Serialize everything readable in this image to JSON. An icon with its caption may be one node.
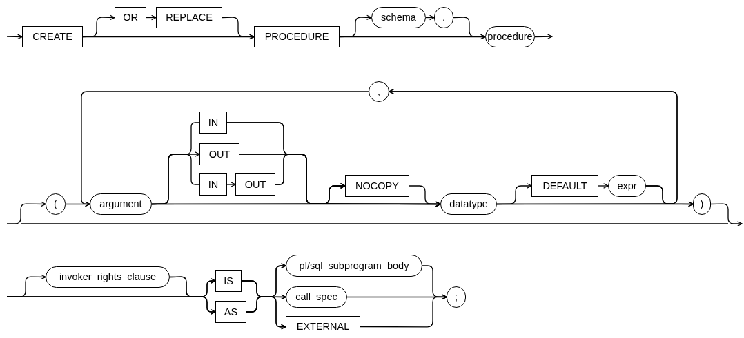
{
  "diagram": {
    "nodes": [
      {
        "text": [
          "CREATE"
        ]
      },
      {
        "text": [
          "OR"
        ]
      },
      {
        "text": [
          "REPLACE"
        ]
      },
      {
        "text": [
          "PROCEDURE"
        ]
      },
      {
        "text": [
          "schema"
        ]
      },
      {
        "text": [
          "."
        ]
      },
      {
        "text": [
          "procedure"
        ]
      },
      {
        "text": [
          ","
        ]
      },
      {
        "text": [
          "("
        ]
      },
      {
        "text": [
          "argument"
        ]
      },
      {
        "text": [
          "IN"
        ]
      },
      {
        "text": [
          "OUT"
        ]
      },
      {
        "text": [
          "IN"
        ]
      },
      {
        "text": [
          "OUT"
        ]
      },
      {
        "text": [
          "NOCOPY"
        ]
      },
      {
        "text": [
          "datatype"
        ]
      },
      {
        "text": [
          "DEFAULT"
        ]
      },
      {
        "text": [
          "expr"
        ]
      },
      {
        "text": [
          ")"
        ]
      },
      {
        "text": [
          "invoker_rights_clause"
        ]
      },
      {
        "text": [
          "IS"
        ]
      },
      {
        "text": [
          "AS"
        ]
      },
      {
        "text": [
          "pl/sql_subprogram_body"
        ]
      },
      {
        "text": [
          "call_spec"
        ]
      },
      {
        "text": [
          "EXTERNAL"
        ]
      },
      {
        "text": [
          ";"
        ]
      }
    ],
    "edges": [
      {
        "from": null,
        "to": 0,
        "arrow": "to"
      },
      {
        "from": 0,
        "to": 1,
        "arrow": "to"
      },
      {
        "from": 1,
        "to": 2,
        "arrow": "to"
      },
      {
        "from": 2,
        "to": 3,
        "arrow": "to"
      },
      {
        "from": 0,
        "to": 3,
        "arrow": "to"
      },
      {
        "from": 3,
        "to": 4,
        "arrow": "to"
      },
      {
        "from": 4,
        "to": 5,
        "arrow": "to"
      },
      {
        "from": 5,
        "to": 6,
        "arrow": "to"
      },
      {
        "from": 3,
        "to": 6,
        "arrow": "to"
      },
      {
        "from": 6,
        "to": null,
        "arrow": "to"
      },
      {
        "from": null,
        "to": 8,
        "arrow": "to"
      },
      {
        "from": 8,
        "to": 9,
        "arrow": "to"
      },
      {
        "from": 9,
        "to": 10,
        "arrow": "none"
      },
      {
        "from": 9,
        "to": 11,
        "arrow": "to"
      },
      {
        "from": 9,
        "to": 12,
        "arrow": "none"
      },
      {
        "from": 12,
        "to": 13,
        "arrow": "to"
      },
      {
        "from": 10,
        "to": 14,
        "arrow": "to"
      },
      {
        "from": 10,
        "to": 15,
        "arrow": "to"
      },
      {
        "from": 11,
        "to": 14,
        "arrow": "to"
      },
      {
        "from": 11,
        "to": 15,
        "arrow": "to"
      },
      {
        "from": 13,
        "to": 14,
        "arrow": "to"
      },
      {
        "from": 13,
        "to": 15,
        "arrow": "to"
      },
      {
        "from": 9,
        "to": 14,
        "arrow": "to"
      },
      {
        "from": 9,
        "to": 15,
        "arrow": "to"
      },
      {
        "from": 14,
        "to": 15,
        "arrow": "to"
      },
      {
        "from": 15,
        "to": 16,
        "arrow": "to"
      },
      {
        "from": 16,
        "to": 17,
        "arrow": "to"
      },
      {
        "from": 17,
        "to": 18,
        "arrow": "to"
      },
      {
        "from": 15,
        "to": 18,
        "arrow": "to"
      },
      {
        "from": 15,
        "to": 7,
        "arrow": "to"
      },
      {
        "from": 17,
        "to": 7,
        "arrow": "to"
      },
      {
        "from": 7,
        "to": 9,
        "arrow": "to"
      },
      {
        "from": 18,
        "to": null,
        "arrow": "to"
      },
      {
        "from": null,
        "to": 19,
        "arrow": "to"
      },
      {
        "from": null,
        "to": 20,
        "arrow": "to"
      },
      {
        "from": null,
        "to": 21,
        "arrow": "to"
      },
      {
        "from": 19,
        "to": 20,
        "arrow": "to"
      },
      {
        "from": 19,
        "to": 21,
        "arrow": "to"
      },
      {
        "from": 20,
        "to": 22,
        "arrow": "to"
      },
      {
        "from": 20,
        "to": 23,
        "arrow": "to"
      },
      {
        "from": 20,
        "to": 24,
        "arrow": "to"
      },
      {
        "from": 21,
        "to": 22,
        "arrow": "to"
      },
      {
        "from": 21,
        "to": 23,
        "arrow": "to"
      },
      {
        "from": 21,
        "to": 24,
        "arrow": "to"
      },
      {
        "from": 22,
        "to": 25,
        "arrow": "to"
      },
      {
        "from": 23,
        "to": 25,
        "arrow": "to"
      },
      {
        "from": 24,
        "to": 25,
        "arrow": "to"
      }
    ]
  }
}
